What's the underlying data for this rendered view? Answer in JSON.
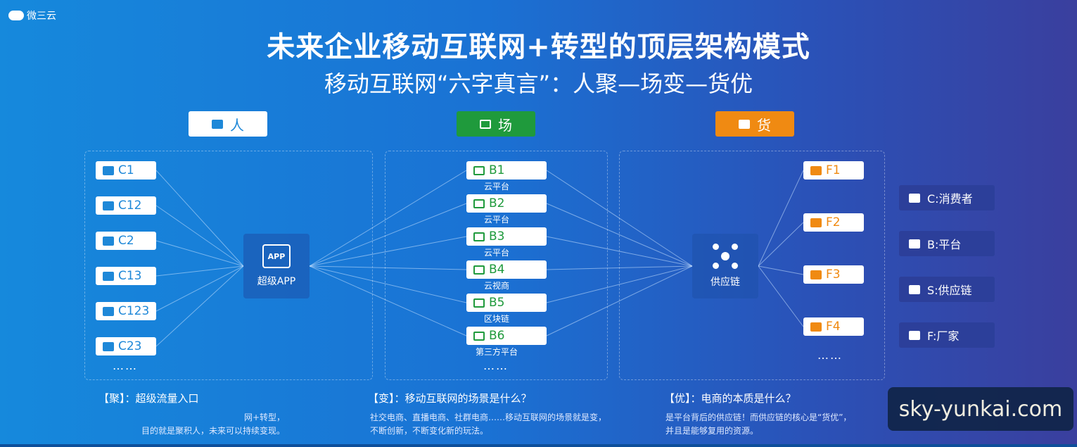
{
  "brand": "微三云",
  "title": "未来企业移动互联网+转型的顶层架构模式",
  "subtitle": "移动互联网“六字真言”：人聚—场变—货优",
  "headers": [
    {
      "label": "人",
      "color": "#1e88d8",
      "bg": "#ffffff"
    },
    {
      "label": "场",
      "color": "#ffffff",
      "bg": "#1f9a3c"
    },
    {
      "label": "货",
      "color": "#ffffff",
      "bg": "#f08a12"
    }
  ],
  "people": [
    "C1",
    "C12",
    "C2",
    "C13",
    "C123",
    "C23"
  ],
  "people_more": "……",
  "app_hub": {
    "icon_text": "APP",
    "label": "超级APP"
  },
  "platforms": [
    {
      "label": "B1",
      "sub": "云平台"
    },
    {
      "label": "B2",
      "sub": "云平台"
    },
    {
      "label": "B3",
      "sub": "云平台"
    },
    {
      "label": "B4",
      "sub": "云视商"
    },
    {
      "label": "B5",
      "sub": "区块链"
    },
    {
      "label": "B6",
      "sub": "第三方平台"
    }
  ],
  "platforms_more": "……",
  "supply_hub": {
    "label": "供应链"
  },
  "factories": [
    "F1",
    "F2",
    "F3",
    "F4"
  ],
  "factories_more": "……",
  "legend": [
    {
      "icon": "user-icon",
      "label": "C:消费者"
    },
    {
      "icon": "monitor-icon",
      "label": "B:平台"
    },
    {
      "icon": "network-icon",
      "label": "S:供应链"
    },
    {
      "icon": "card-icon",
      "label": "F:厂家"
    }
  ],
  "captions": [
    {
      "title": "【聚】：超级流量入口",
      "lines": [
        "网+转型，",
        "目的就是聚积人，未来可以持续变现。"
      ]
    },
    {
      "title": "【变】：移动互联网的场景是什么？",
      "lines": [
        "社交电商、直播电商、社群电商……移动互联网的场景就是变，",
        "不断创新，不断变化新的玩法。"
      ]
    },
    {
      "title": "【优】：电商的本质是什么？",
      "lines": [
        "是平台背后的供应链！而供应链的核心是“货优”，",
        "并且是能够复用的资源。"
      ]
    }
  ],
  "watermark": "sky-yunkai.com",
  "colors": {
    "people": "#1e88d8",
    "platform": "#1f9a3c",
    "factory": "#f08a12"
  }
}
